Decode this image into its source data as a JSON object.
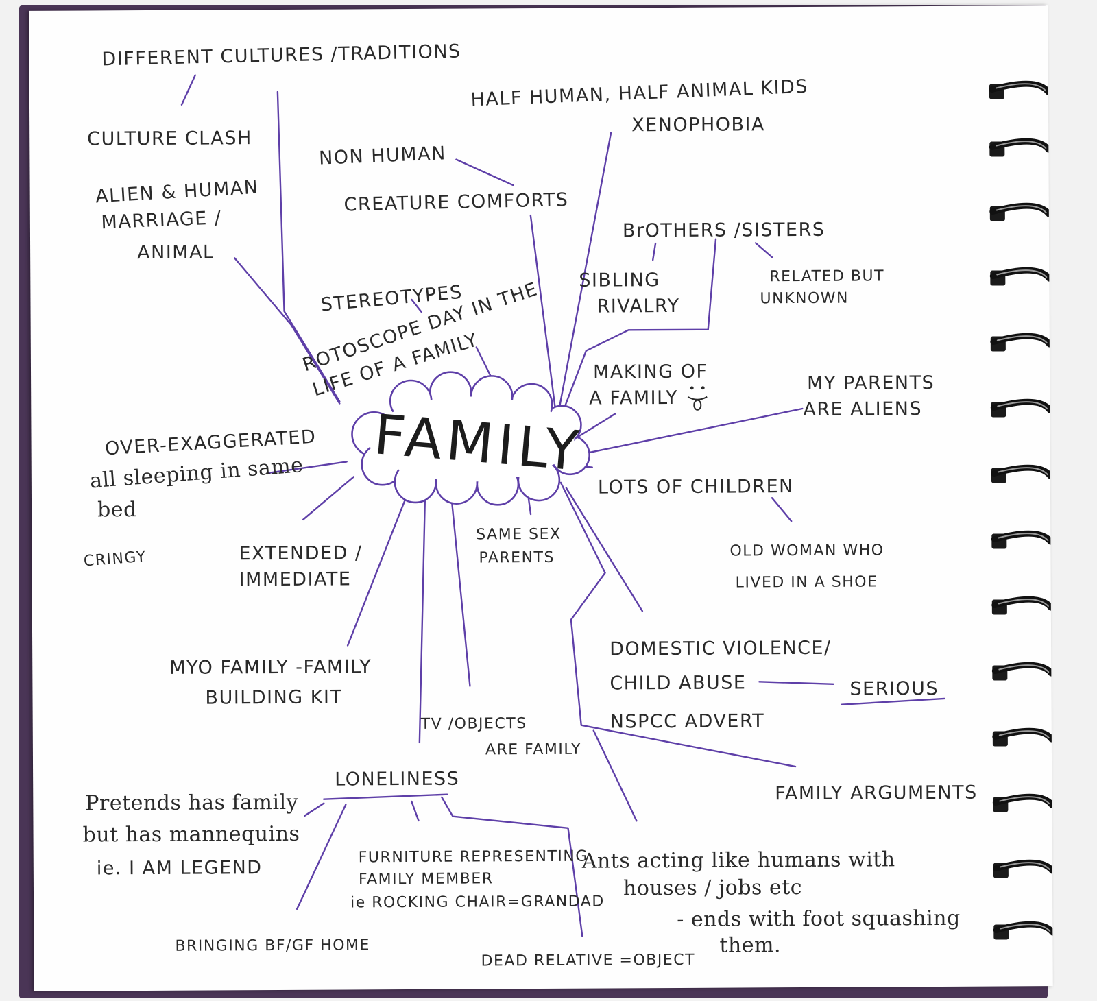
{
  "center": {
    "title": "FAMILY"
  },
  "nodes": {
    "different_cultures": "DIFFERENT CULTURES /TRADITIONS",
    "culture_clash": "CULTURE CLASH",
    "alien_human_1": "ALIEN & HUMAN",
    "alien_human_2": "MARRIAGE /",
    "alien_human_3": "ANIMAL",
    "half_human": "HALF HUMAN, HALF ANIMAL KIDS",
    "xenophobia": "XENOPHOBIA",
    "non_human": "NON HUMAN",
    "creature_comforts": "CREATURE COMFORTS",
    "brothers_sisters": "BrOTHERS /SISTERS",
    "sibling_1": "SIBLING",
    "sibling_2": "RIVALRY",
    "related_1": "RELATED BUT",
    "related_2": "UNKNOWN",
    "stereotypes": "STEREOTYPES",
    "rotoscope_1": "ROTOSCOPE DAY IN THE",
    "rotoscope_2": "LIFE OF A FAMILY",
    "making_1": "MAKING OF",
    "making_2": "A FAMILY",
    "my_parents_1": "MY PARENTS",
    "my_parents_2": "ARE ALIENS",
    "over_exag_1": "OVER-EXAGGERATED",
    "over_exag_2": "all sleeping in same",
    "over_exag_3": "bed",
    "cringy": "CRINGY",
    "lots_children": "LOTS OF CHILDREN",
    "extended_1": "EXTENDED /",
    "extended_2": "IMMEDIATE",
    "same_sex_1": "SAME SEX",
    "same_sex_2": "PARENTS",
    "old_woman_1": "OLD WOMAN WHO",
    "old_woman_2": "LIVED IN A SHOE",
    "myo_1": "MYO FAMILY -FAMILY",
    "myo_2": "BUILDING KIT",
    "domestic_1": "DOMESTIC VIOLENCE/",
    "domestic_2": "CHILD ABUSE",
    "domestic_3": "NSPCC ADVERT",
    "serious": "SERIOUS",
    "tv_objects_1": "TV /OBJECTS",
    "tv_objects_2": "ARE FAMILY",
    "loneliness": "LONELINESS",
    "family_arguments": "FAMILY ARGUMENTS",
    "pretends_1": "Pretends has family",
    "pretends_2": "but has mannequins",
    "pretends_3": "ie.  I AM LEGEND",
    "furniture_1": "FURNITURE REPRESENTING",
    "furniture_2": "FAMILY MEMBER",
    "furniture_3": "ie ROCKING CHAIR=GRANDAD",
    "ants_1": "Ants acting like humans with",
    "ants_2": "houses / jobs etc",
    "ants_3": "- ends with foot squashing",
    "ants_4": "them.",
    "bringing": "BRINGING BF/GF HOME",
    "dead_relative": "DEAD RELATIVE =OBJECT"
  },
  "colors": {
    "ink": "#2a2a2a",
    "pen": "#5e3fa8",
    "cover": "#4a3556",
    "paper": "#fefefe"
  }
}
